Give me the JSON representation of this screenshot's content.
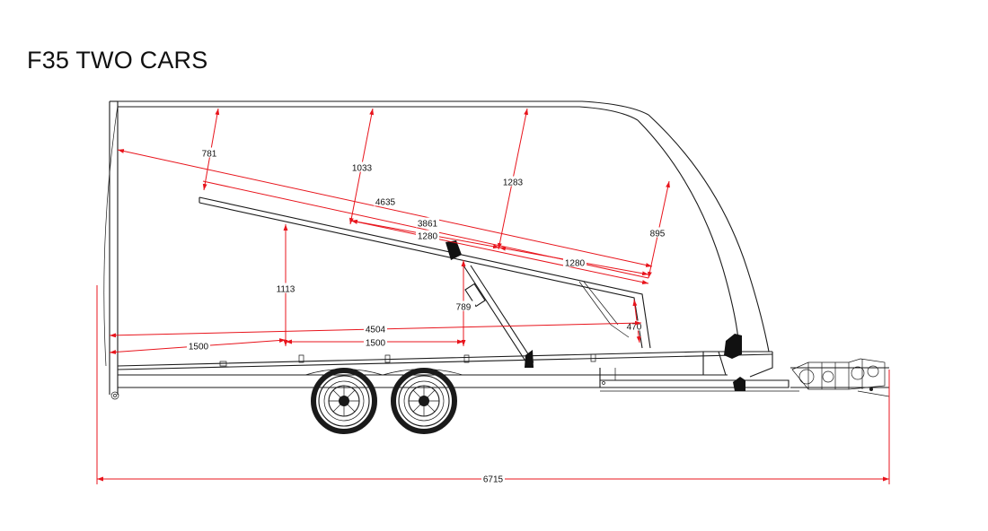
{
  "title": "F35 TWO CARS",
  "colors": {
    "dimension_line": "#e8141c",
    "outline": "#1a1a1a"
  },
  "dimensions": {
    "h781": "781",
    "h1033": "1033",
    "h1283": "1283",
    "d4635": "4635",
    "d3861": "3861",
    "d1280_upper": "1280",
    "d1280_lower": "1280",
    "h895": "895",
    "h1113": "1113",
    "h789": "789",
    "d4504": "4504",
    "h470": "470",
    "d1500_left": "1500",
    "d1500_right": "1500",
    "d6715": "6715"
  }
}
